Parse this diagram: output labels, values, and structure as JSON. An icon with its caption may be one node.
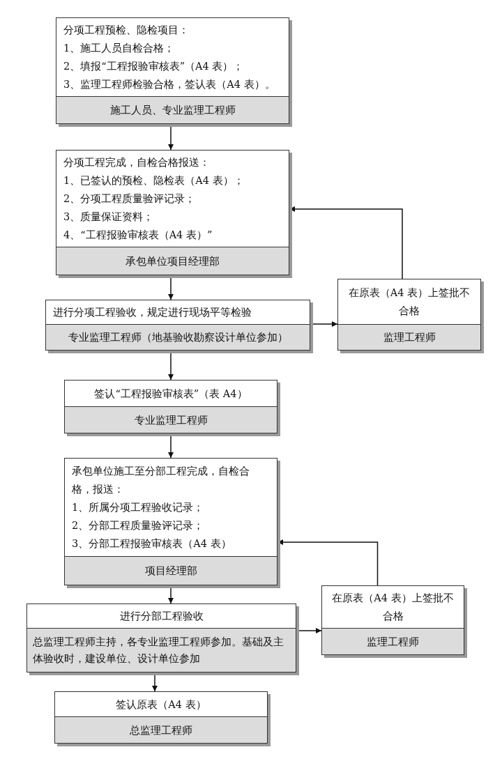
{
  "diagram": {
    "nodes": [
      {
        "text": [
          "分项工程预检、隐检项目：",
          "1、施工人员自检合格；",
          "2、填报“工程报验审核表”（A4 表）；",
          "3、监理工程师检验合格，签认表（A4 表）。",
          "施工人员、专业监理工程师"
        ]
      },
      {
        "text": [
          "分项工程完成，自检合格报送：",
          "1、已签认的预检、隐检表（A4 表）；",
          "2、分项工程质量验评记录；",
          "3、质量保证资料；",
          "4、“工程报验审核表（A4 表）”",
          "承包单位项目经理部"
        ]
      },
      {
        "text": [
          "进行分项工程验收，规定进行现场平等检验",
          "专业监理工程师（地基验收勘察设计单位参加）"
        ]
      },
      {
        "text": [
          "在原表（A4 表）上签批不合格",
          "监理工程师"
        ]
      },
      {
        "text": [
          "签认“工程报验审核表”（表 A4）",
          "专业监理工程师"
        ]
      },
      {
        "text": [
          "承包单位施工至分部工程完成，自检合格，报送：",
          "1、所属分项工程验收记录；",
          "2、分部工程质量验评记录；",
          "3、分部工程报验审核表（A4 表）",
          "项目经理部"
        ]
      },
      {
        "text": [
          "进行分部工程验收",
          "总监理工程师主持，各专业监理工程师参加。基础及主体验收时，建设单位、设计单位参加"
        ]
      },
      {
        "text": [
          "在原表（A4 表）上签批不合格",
          "监理工程师"
        ]
      },
      {
        "text": [
          "签认原表（A4 表）",
          "总监理工程师"
        ]
      }
    ],
    "edges": [
      {
        "from": 0,
        "to": 1,
        "arrow": "to"
      },
      {
        "from": 1,
        "to": 2,
        "arrow": "to"
      },
      {
        "from": 2,
        "to": 3,
        "arrow": "to"
      },
      {
        "from": 3,
        "to": 1,
        "arrow": "to"
      },
      {
        "from": 2,
        "to": 4,
        "arrow": "to"
      },
      {
        "from": 4,
        "to": 5,
        "arrow": "to"
      },
      {
        "from": 5,
        "to": 6,
        "arrow": "to"
      },
      {
        "from": 6,
        "to": 7,
        "arrow": "to"
      },
      {
        "from": 7,
        "to": 5,
        "arrow": "to"
      },
      {
        "from": 6,
        "to": 8,
        "arrow": "to"
      }
    ]
  }
}
